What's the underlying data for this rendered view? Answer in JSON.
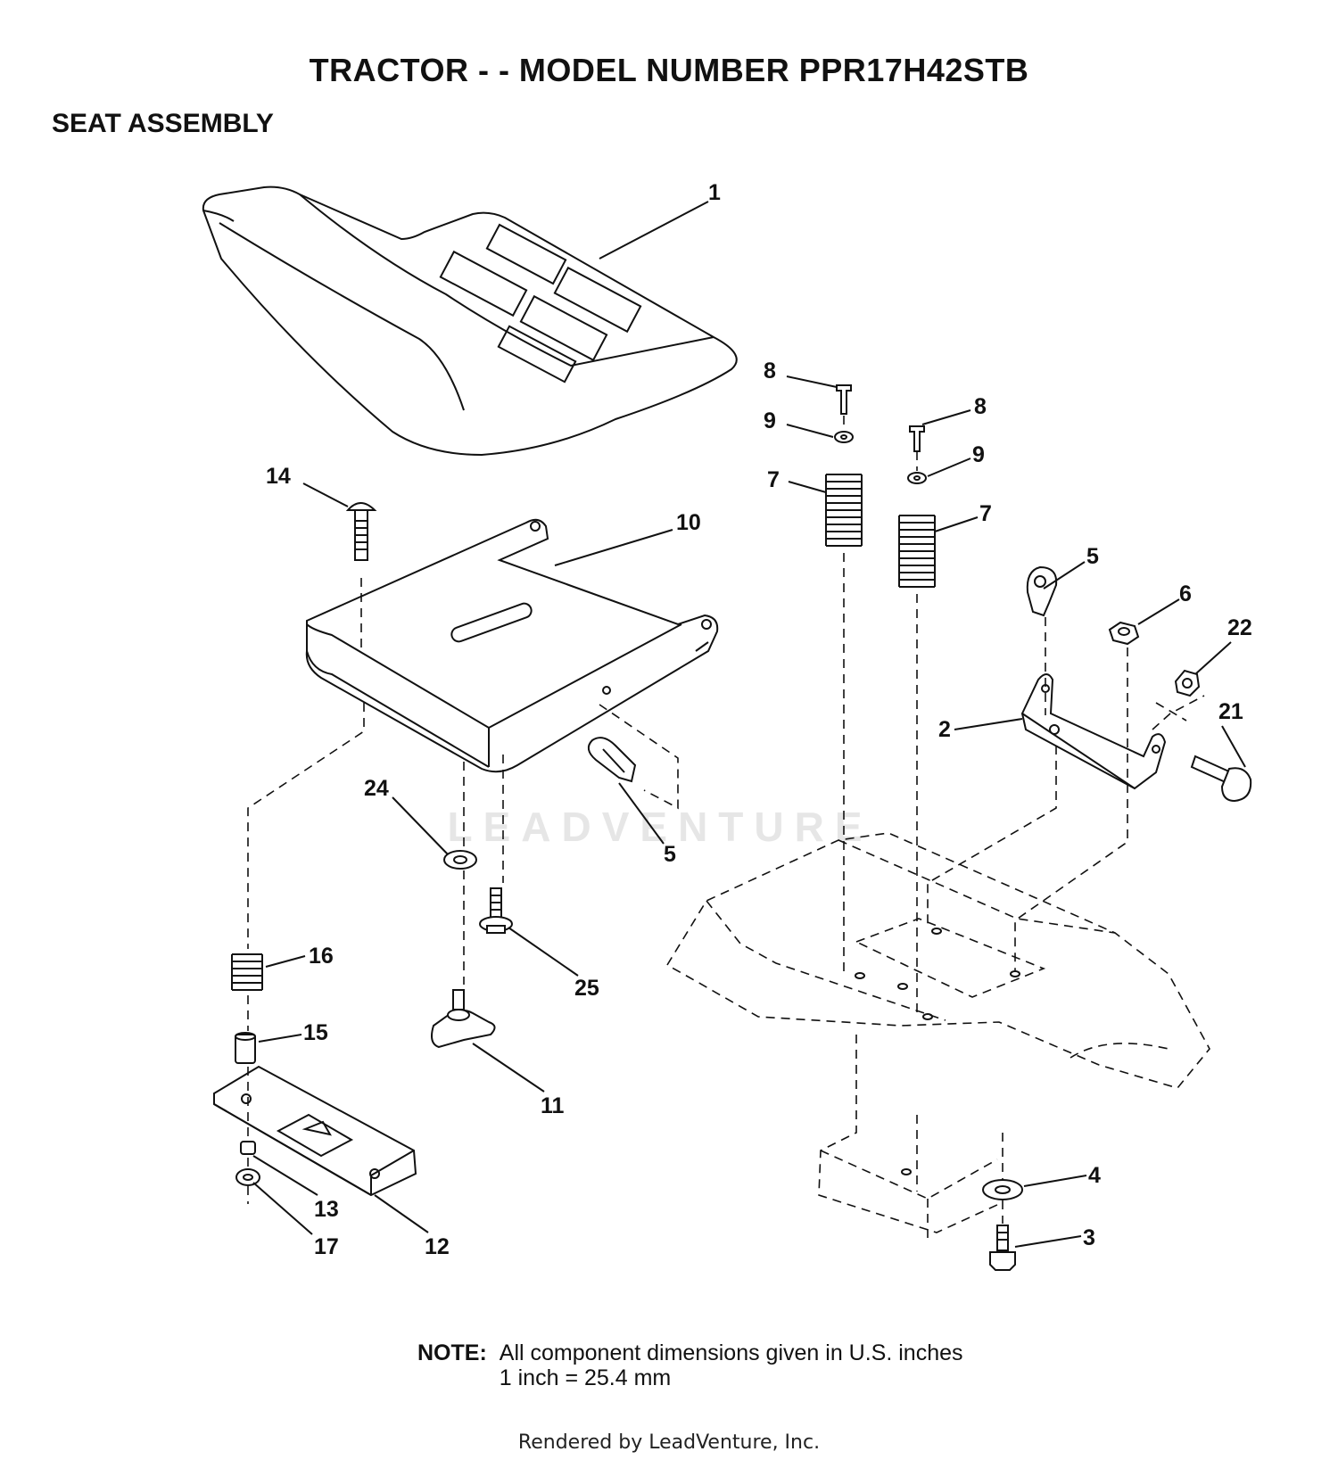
{
  "header": {
    "title": "TRACTOR - - MODEL NUMBER PPR17H42STB",
    "subtitle": "SEAT ASSEMBLY"
  },
  "watermark": "LEADVENTURE",
  "callouts": [
    {
      "id": "c1",
      "label": "1"
    },
    {
      "id": "c2",
      "label": "2"
    },
    {
      "id": "c3",
      "label": "3"
    },
    {
      "id": "c4",
      "label": "4"
    },
    {
      "id": "c5a",
      "label": "5"
    },
    {
      "id": "c5b",
      "label": "5"
    },
    {
      "id": "c6",
      "label": "6"
    },
    {
      "id": "c7a",
      "label": "7"
    },
    {
      "id": "c7b",
      "label": "7"
    },
    {
      "id": "c8a",
      "label": "8"
    },
    {
      "id": "c8b",
      "label": "8"
    },
    {
      "id": "c9a",
      "label": "9"
    },
    {
      "id": "c9b",
      "label": "9"
    },
    {
      "id": "c10",
      "label": "10"
    },
    {
      "id": "c11",
      "label": "11"
    },
    {
      "id": "c12",
      "label": "12"
    },
    {
      "id": "c13",
      "label": "13"
    },
    {
      "id": "c14",
      "label": "14"
    },
    {
      "id": "c15",
      "label": "15"
    },
    {
      "id": "c16",
      "label": "16"
    },
    {
      "id": "c17",
      "label": "17"
    },
    {
      "id": "c21",
      "label": "21"
    },
    {
      "id": "c22",
      "label": "22"
    },
    {
      "id": "c24",
      "label": "24"
    },
    {
      "id": "c25",
      "label": "25"
    }
  ],
  "note": {
    "label": "NOTE:",
    "line1": "All component dimensions given in U.S. inches",
    "line2": "1 inch = 25.4 mm"
  },
  "footer": "Rendered by LeadVenture, Inc."
}
